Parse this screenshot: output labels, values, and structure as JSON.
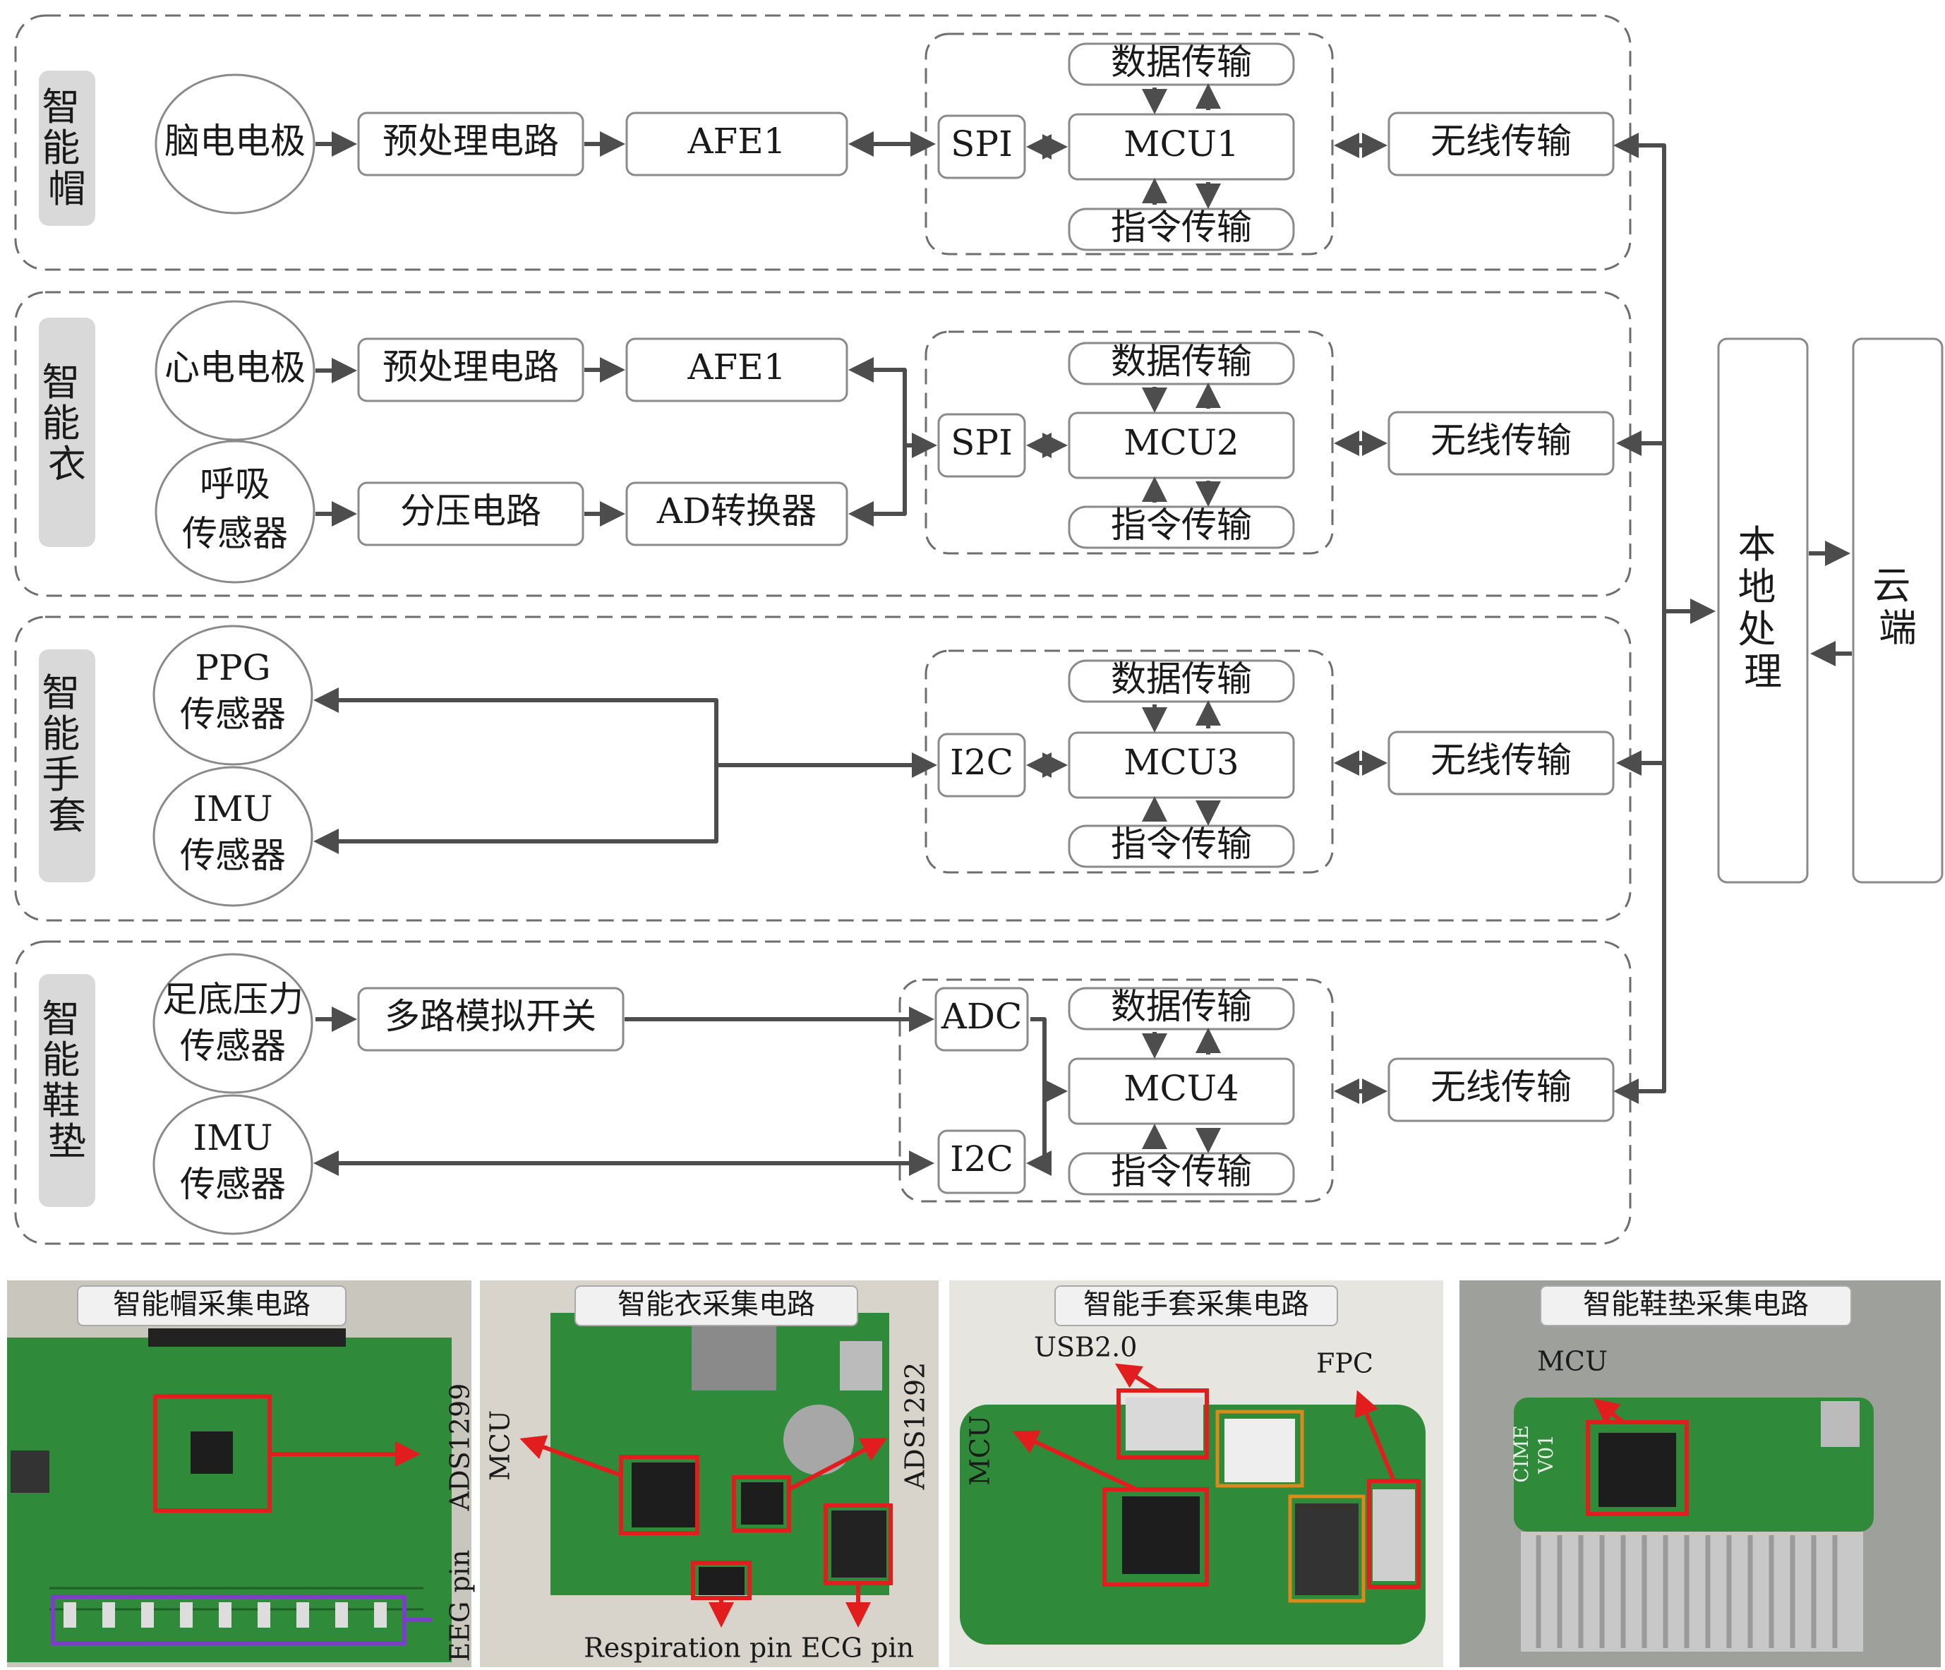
{
  "devices": {
    "hat": {
      "name": "智能帽",
      "sensor": "脑电电极",
      "pre": "预处理电路",
      "afe": "AFE1",
      "iface": "SPI",
      "mcu": "MCU1",
      "data_tx": "数据传输",
      "cmd_tx": "指令传输",
      "wireless": "无线传输"
    },
    "shirt": {
      "name": "智能衣",
      "sensor1": "心电电极",
      "pre": "预处理电路",
      "afe": "AFE1",
      "sensor2_line1": "呼吸",
      "sensor2_line2": "传感器",
      "divider": "分压电路",
      "adc": "AD转换器",
      "iface": "SPI",
      "mcu": "MCU2",
      "data_tx": "数据传输",
      "cmd_tx": "指令传输",
      "wireless": "无线传输"
    },
    "glove": {
      "name": "智能手套",
      "sensor1_line1": "PPG",
      "sensor1_line2": "传感器",
      "sensor2_line1": "IMU",
      "sensor2_line2": "传感器",
      "iface": "I2C",
      "mcu": "MCU3",
      "data_tx": "数据传输",
      "cmd_tx": "指令传输",
      "wireless": "无线传输"
    },
    "insole": {
      "name": "智能鞋垫",
      "sensor1_line1": "足底压力",
      "sensor1_line2": "传感器",
      "mux": "多路模拟开关",
      "sensor2_line1": "IMU",
      "sensor2_line2": "传感器",
      "iface1": "ADC",
      "iface2": "I2C",
      "mcu": "MCU4",
      "data_tx": "数据传输",
      "cmd_tx": "指令传输",
      "wireless": "无线传输"
    }
  },
  "local": "本地处理",
  "cloud": "云端",
  "photos": {
    "hat": {
      "title": "智能帽采集电路",
      "ann1": "ADS1299",
      "ann2": "EEG pin"
    },
    "shirt": {
      "title": "智能衣采集电路",
      "ann1": "MCU",
      "ann2": "ADS1292",
      "ann3": "Respiration pin",
      "ann4": "ECG pin"
    },
    "glove": {
      "title": "智能手套采集电路",
      "ann1": "USB2.0",
      "ann2": "FPC",
      "ann3": "MCU"
    },
    "insole": {
      "title": "智能鞋垫采集电路",
      "ann1": "MCU",
      "ann2": "CIME",
      "ann3": "V01"
    }
  },
  "colors": {
    "pcb_green": "#2f8a3a",
    "board_bg": "#d8d4cc",
    "highlight_red": "#e21d1d",
    "highlight_purple": "#7a3fc4",
    "highlight_orange": "#d98a1a",
    "wire": "#4d4d4d"
  }
}
